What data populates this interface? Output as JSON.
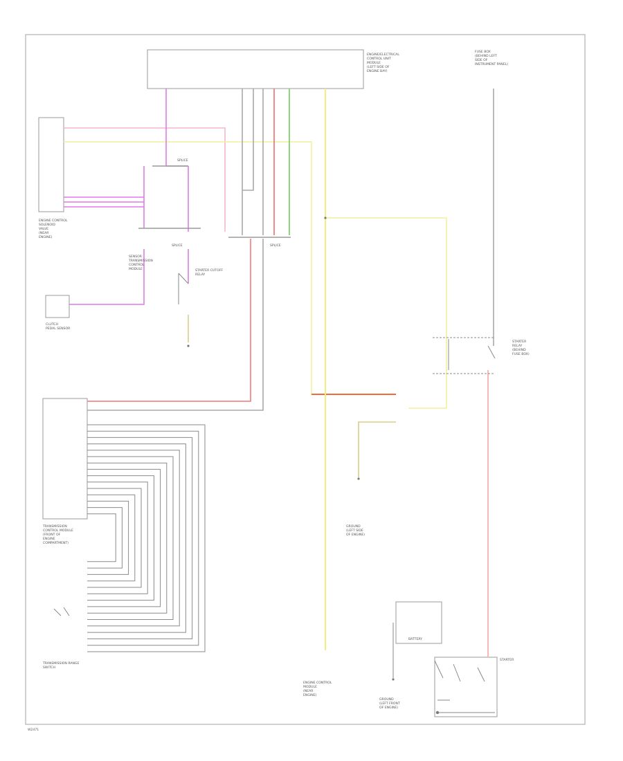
{
  "labels": {
    "footer": "W2471",
    "ecm_top_lines": [
      "ENGINE/ELECTRICAL",
      "CONTROL UNIT",
      "MODULE",
      "(LEFT SIDE OF",
      "ENGINE BAY)"
    ],
    "fuse_box_lines": [
      "FUSE BOX",
      "(BEHIND LEFT",
      "SIDE OF",
      "INSTRUMENT PANEL)"
    ],
    "engine_ctrl_left_lines": [
      "ENGINE CONTROL",
      "SOLENOID",
      "VALVE",
      "(NEAR",
      "ENGINE)"
    ],
    "clutch_lines": [
      "CLUTCH",
      "PEDAL SENSOR"
    ],
    "transmission_lines": [
      "STARTER CUTOFF",
      "RELAY"
    ],
    "sensor_lines": [
      "SENSOR",
      "TRANSMISSION",
      "CONTROL",
      "MODULE"
    ],
    "splice_a": "SPLICE",
    "splice_b": "SPLICE",
    "splice_c": "SPLICE",
    "tcm_lines": [
      "TRANSMISSION",
      "CONTROL MODULE",
      "(FRONT OF",
      "ENGINE",
      "COMPARTMENT)"
    ],
    "range_switch_lines": [
      "TRANSMISSION RANGE",
      "SWITCH"
    ],
    "ground_center_lines": [
      "GROUND",
      "(LEFT SIDE",
      "OF ENGINE)"
    ],
    "relay_right_lines": [
      "STARTER",
      "RELAY",
      "(BEHIND",
      "FUSE BOX)"
    ],
    "engine_ctrl_bottom_lines": [
      "ENGINE CONTROL",
      "MODULE",
      "(NEAR",
      "ENGINE)"
    ],
    "ground_bottom_lines": [
      "GROUND",
      "(LEFT FRONT",
      "OF ENGINE)"
    ],
    "battery": "BATTERY",
    "starter": "STARTER"
  },
  "colors": {
    "pink": "#f2b6d2",
    "magenta": "#e07ae8",
    "red": "#f08a8a",
    "yellow": "#f2ef7a",
    "light_yellow": "#f3ef9e",
    "green": "#8fd67a",
    "gray": "#a8a8a8",
    "orange": "#f06a3a",
    "khaki": "#d7cf86",
    "light_pink": "#f5b0b0"
  }
}
